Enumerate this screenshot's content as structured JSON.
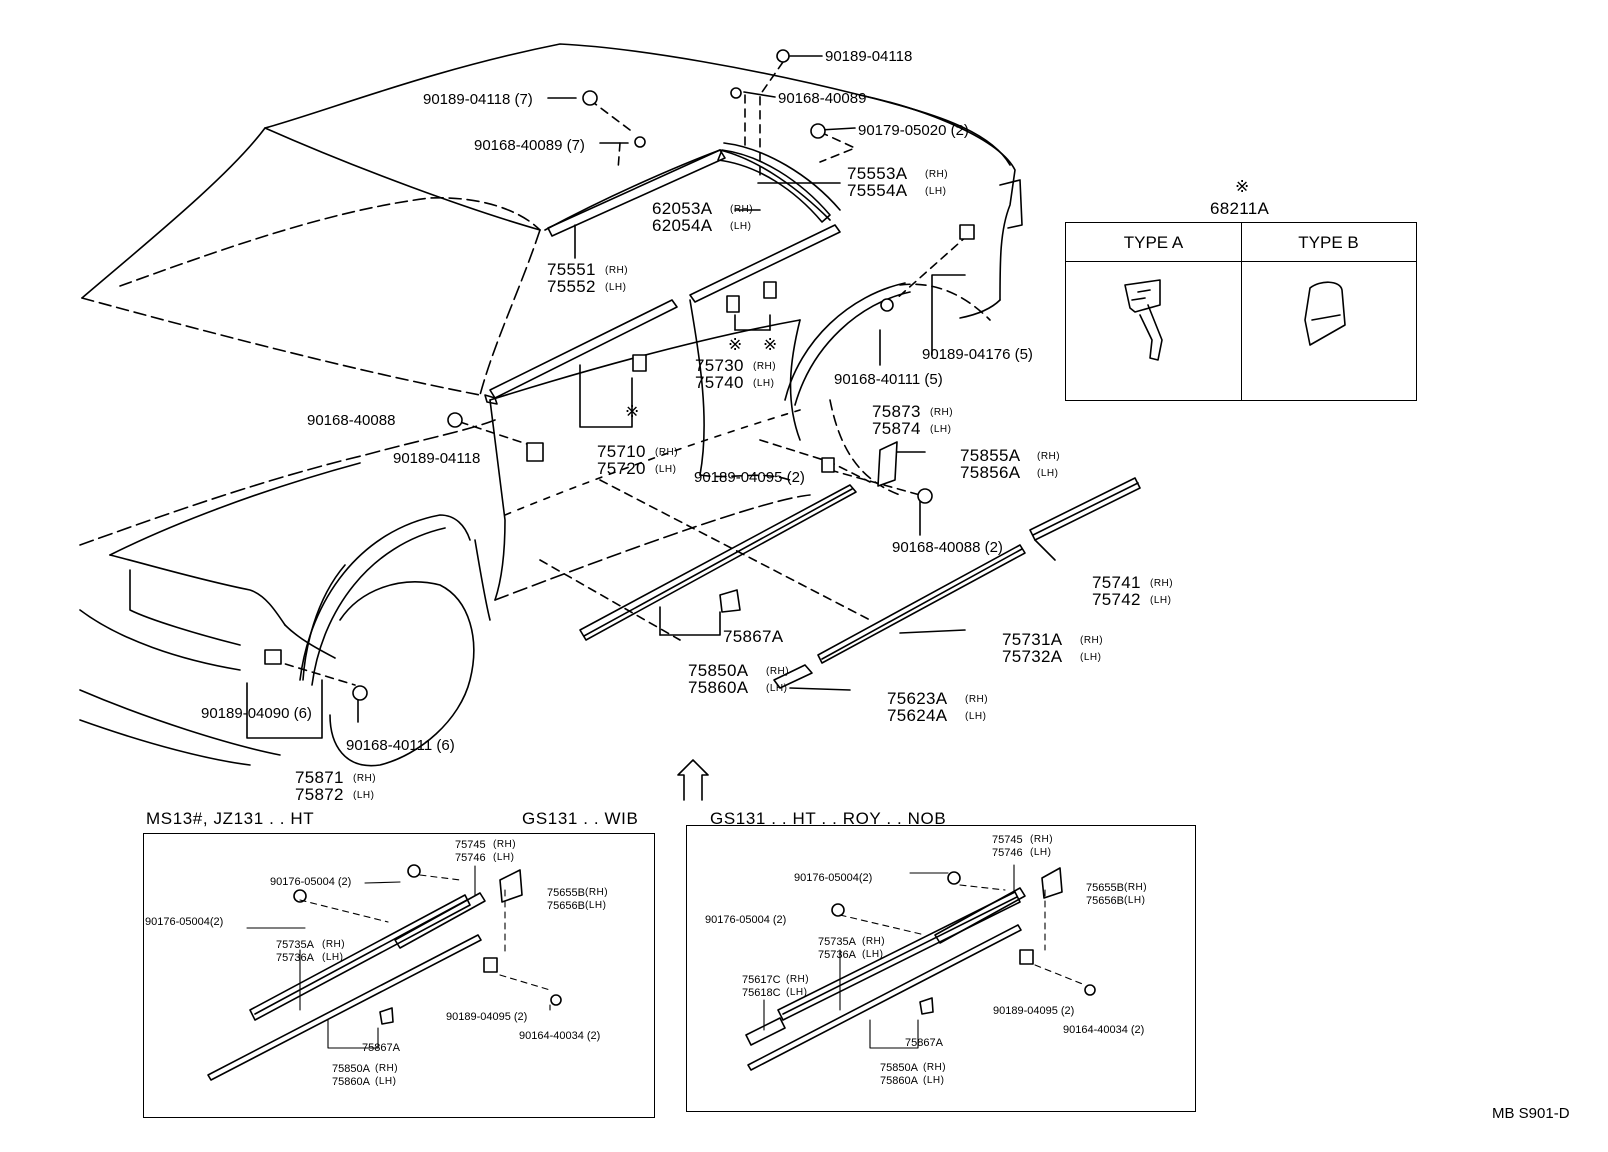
{
  "sheet_code": "MB  S901-D",
  "asterisk": "※",
  "table": {
    "part_no": "68211A",
    "columns": [
      "TYPE A",
      "TYPE B"
    ]
  },
  "parts": {
    "p90189_04118_top": "90189-04118",
    "p90168_40089_top": "90168-40089",
    "p90179_05020": "90179-05020 (2)",
    "p90189_04118_7": "90189-04118 (7)",
    "p90168_40089_7": "90168-40089 (7)",
    "p75553A": "75553A",
    "p75554A": "75554A",
    "p62053A": "62053A",
    "p62054A": "62054A",
    "p75551": "75551",
    "p75552": "75552",
    "p75730": "75730",
    "p75740": "75740",
    "p90189_04176": "90189-04176 (5)",
    "p90168_40111_5": "90168-40111 (5)",
    "p75873": "75873",
    "p75874": "75874",
    "p90168_40088": "90168-40088",
    "p90189_04118_mid": "90189-04118",
    "p75710": "75710",
    "p75720": "75720",
    "p90189_04095": "90189-04095 (2)",
    "p75855A": "75855A",
    "p75856A": "75856A",
    "p90168_40088_2": "90168-40088 (2)",
    "p75741": "75741",
    "p75742": "75742",
    "p75867A": "75867A",
    "p75731A": "75731A",
    "p75732A": "75732A",
    "p75850A": "75850A",
    "p75860A": "75860A",
    "p75623A": "75623A",
    "p75624A": "75624A",
    "p90189_04090": "90189-04090 (6)",
    "p90168_40111_6": "90168-40111 (6)",
    "p75871": "75871",
    "p75872": "75872"
  },
  "side": {
    "rh": "(RH)",
    "lh": "(LH)"
  },
  "variants": {
    "ms13_label": "MS13#, JZ131 . . HT",
    "gs131_wib": "GS131 . . WIB",
    "gs131_roy": "GS131 . . HT . . ROY . . NOB"
  },
  "left_box": {
    "p75745": "75745",
    "p75746": "75746",
    "p90176_a": "90176-05004 (2)",
    "p90176_b": "90176-05004(2)",
    "p75655B": "75655B",
    "p75656B": "75656B",
    "p75735A": "75735A",
    "p75736A": "75736A",
    "p90189_04095": "90189-04095 (2)",
    "p90164_40034": "90164-40034 (2)",
    "p75867A": "75867A",
    "p75850A": "75850A",
    "p75860A": "75860A"
  },
  "right_box": {
    "p75745": "75745",
    "p75746": "75746",
    "p90176_a": "90176-05004(2)",
    "p90176_b": "90176-05004 (2)",
    "p75655B": "75655B",
    "p75656B": "75656B",
    "p75735A": "75735A",
    "p75736A": "75736A",
    "p75617C": "75617C",
    "p75618C": "75618C",
    "p90189_04095": "90189-04095 (2)",
    "p90164_40034": "90164-40034 (2)",
    "p75867A": "75867A",
    "p75850A": "75850A",
    "p75860A": "75860A"
  }
}
